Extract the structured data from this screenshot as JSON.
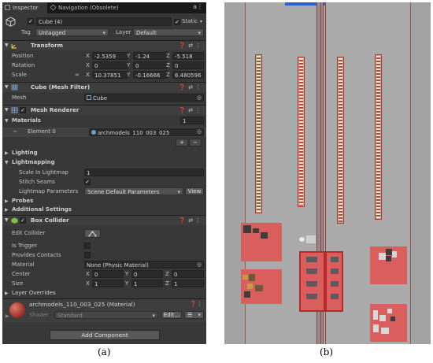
{
  "tabs": [
    {
      "label": "Inspector",
      "icon": "info-icon",
      "active": true
    },
    {
      "label": "Navigation (Obsolete)",
      "icon": "navigation-icon",
      "active": false
    }
  ],
  "object": {
    "name": "Cube (4)",
    "static_label": "Static",
    "tag_label": "Tag",
    "tag_value": "Untagged",
    "layer_label": "Layer",
    "layer_value": "Default"
  },
  "transform": {
    "title": "Transform",
    "position": {
      "label": "Position",
      "x": "-2.5359",
      "y": "-1.24",
      "z": "-5.518"
    },
    "rotation": {
      "label": "Rotation",
      "x": "0",
      "y": "0",
      "z": "0"
    },
    "scale": {
      "label": "Scale",
      "x": "10.37851",
      "y": "-0.16666",
      "z": "6.480596"
    },
    "axes": {
      "x": "X",
      "y": "Y",
      "z": "Z"
    }
  },
  "mesh_filter": {
    "title": "Cube (Mesh Filter)",
    "mesh_label": "Mesh",
    "mesh_value": "Cube"
  },
  "mesh_renderer": {
    "title": "Mesh Renderer",
    "materials_label": "Materials",
    "materials_count": "1",
    "element_label": "Element 0",
    "element_value": "archmodels_110_003_025",
    "add_label": "+",
    "remove_label": "−",
    "lighting_label": "Lighting",
    "lightmapping_label": "Lightmapping",
    "scale_lightmap_label": "Scale In Lightmap",
    "scale_lightmap_value": "1",
    "stitch_label": "Stitch Seams",
    "lightmap_params_label": "Lightmap Parameters",
    "lightmap_params_value": "Scene Default Parameters",
    "view_label": "View",
    "probes_label": "Probes",
    "additional_label": "Additional Settings"
  },
  "box_collider": {
    "title": "Box Collider",
    "edit_collider_label": "Edit Collider",
    "is_trigger_label": "Is Trigger",
    "provides_contacts_label": "Provides Contacts",
    "material_label": "Material",
    "material_value": "None (Physic Material)",
    "center": {
      "label": "Center",
      "x": "0",
      "y": "0",
      "z": "0"
    },
    "size": {
      "label": "Size",
      "x": "1",
      "y": "1",
      "z": "1"
    },
    "layer_overrides_label": "Layer Overrides"
  },
  "material": {
    "name": "archmodels_110_003_025 (Material)",
    "shader_label": "Shader",
    "shader_value": "Standard",
    "edit_label": "Edit..."
  },
  "add_component_label": "Add Component",
  "captions": {
    "a": "(a)",
    "b": "(b)"
  },
  "colors": {
    "panel_bg": "#383838",
    "field_bg": "#2a2a2a",
    "scene_bg": "#a9aaa9",
    "collider_red": "#d95f5f",
    "scene_top_bar": "#2f5fd0"
  }
}
